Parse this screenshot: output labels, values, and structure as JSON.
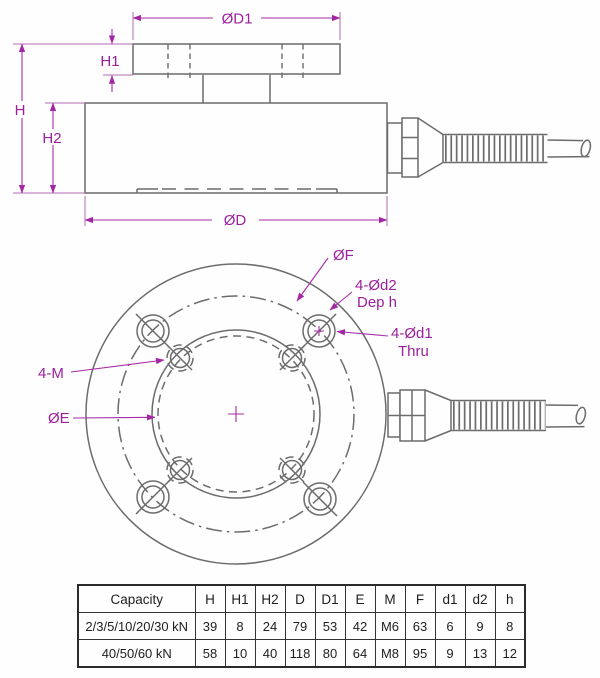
{
  "colors": {
    "dimension_magenta": "#a92ba9",
    "drawing_gray": "#6c6c6c",
    "table_border": "#2b2b2b",
    "table_text": "#1e1e1e",
    "background": "#fefefe"
  },
  "side_view": {
    "dim_d1_label": "ØD1",
    "dim_h1_label": "H1",
    "dim_h_label": "H",
    "dim_h2_label": "H2",
    "dim_d_label": "ØD"
  },
  "plan_view": {
    "dim_f_label": "ØF",
    "dim_d2_label_line1": "4-Ød2",
    "dim_d2_label_line2": "Dep h",
    "dim_d1_label_line1": "4-Ød1",
    "dim_d1_label_line2": "Thru",
    "dim_m_label": "4-M",
    "dim_e_label": "ØE"
  },
  "table": {
    "headers": [
      "Capacity",
      "H",
      "H1",
      "H2",
      "D",
      "D1",
      "E",
      "M",
      "F",
      "d1",
      "d2",
      "h"
    ],
    "rows": [
      [
        "2/3/5/10/20/30 kN",
        "39",
        "8",
        "24",
        "79",
        "53",
        "42",
        "M6",
        "63",
        "6",
        "9",
        "8"
      ],
      [
        "40/50/60 kN",
        "58",
        "10",
        "40",
        "118",
        "80",
        "64",
        "M8",
        "95",
        "9",
        "13",
        "12"
      ]
    ]
  }
}
